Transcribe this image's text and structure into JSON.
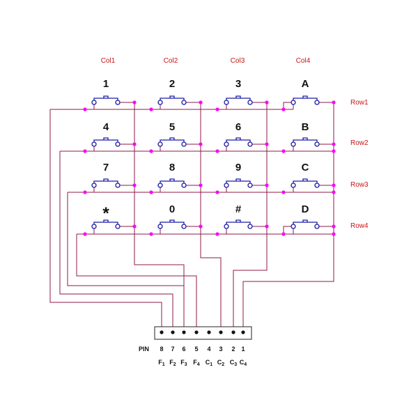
{
  "columns": [
    "Col1",
    "Col2",
    "Col3",
    "Col4"
  ],
  "rows": [
    "Row1",
    "Row2",
    "Row3",
    "Row4"
  ],
  "keys": [
    [
      "1",
      "2",
      "3",
      "A"
    ],
    [
      "4",
      "5",
      "6",
      "B"
    ],
    [
      "7",
      "8",
      "9",
      "C"
    ],
    [
      "*",
      "0",
      "#",
      "D"
    ]
  ],
  "connector": {
    "pin_label": "PIN",
    "pins": [
      {
        "number": "8",
        "signal": "F",
        "sub": "1"
      },
      {
        "number": "7",
        "signal": "F",
        "sub": "2"
      },
      {
        "number": "6",
        "signal": "F",
        "sub": "3"
      },
      {
        "number": "5",
        "signal": "F",
        "sub": "4"
      },
      {
        "number": "4",
        "signal": "C",
        "sub": "1"
      },
      {
        "number": "3",
        "signal": "C",
        "sub": "2"
      },
      {
        "number": "2",
        "signal": "C",
        "sub": "3"
      },
      {
        "number": "1",
        "signal": "C",
        "sub": "4"
      }
    ]
  },
  "colors": {
    "wire": "#8c1a4a",
    "junction": "#ff00ff",
    "switch": "#1a1aa6",
    "labels": "#cc1111"
  }
}
